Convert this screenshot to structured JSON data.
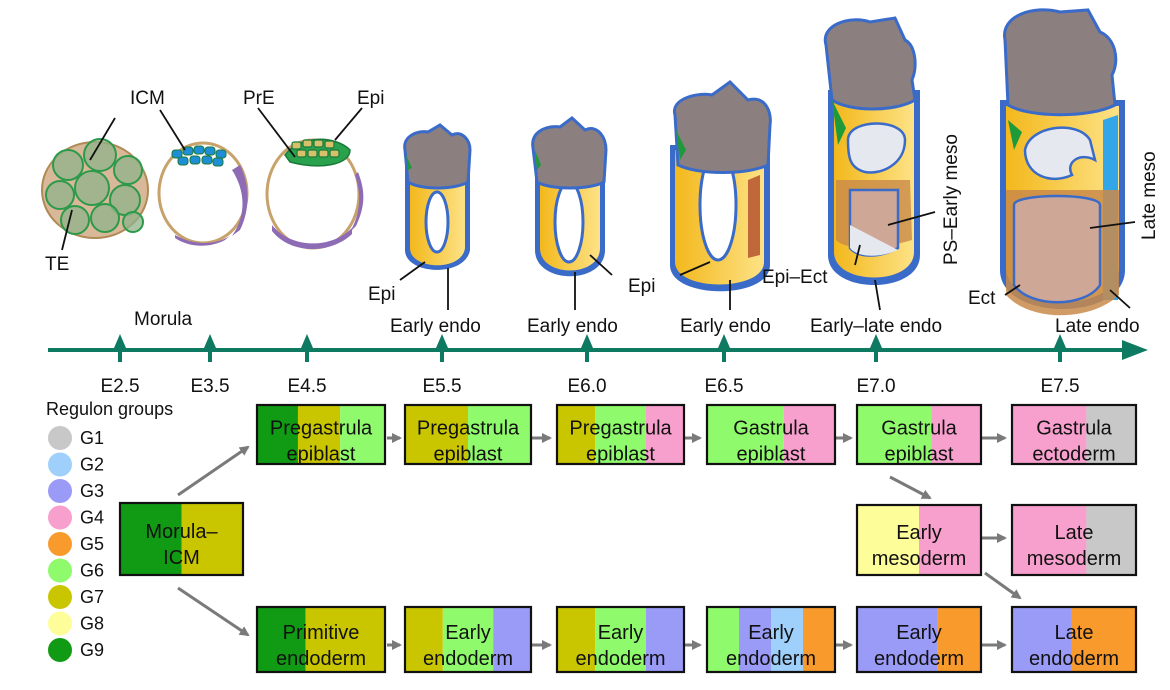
{
  "labels": {
    "icm": "ICM",
    "te": "TE",
    "pre": "PrE",
    "epi_top": "Epi",
    "morula": "Morula",
    "epi_e55": "Epi",
    "endo_e55": "Early endo",
    "endo_e60": "Early endo",
    "epi_e65": "Epi",
    "endo_e65": "Early endo",
    "epiect": "Epi–Ect",
    "psmeso": "PS–Early meso",
    "endo_e70": "Early–late endo",
    "ect": "Ect",
    "latemeso": "Late meso",
    "lateendo": "Late endo"
  },
  "timeline": [
    "E2.5",
    "E3.5",
    "E4.5",
    "E5.5",
    "E6.0",
    "E6.5",
    "E7.0",
    "E7.5"
  ],
  "legend": {
    "title": "Regulon groups",
    "groups": [
      {
        "name": "G1",
        "color": "#c8c8c8"
      },
      {
        "name": "G2",
        "color": "#9fd0fb"
      },
      {
        "name": "G3",
        "color": "#9a9af7"
      },
      {
        "name": "G4",
        "color": "#f79fcd"
      },
      {
        "name": "G5",
        "color": "#f99a2c"
      },
      {
        "name": "G6",
        "color": "#8ffa6c"
      },
      {
        "name": "G7",
        "color": "#c9c600"
      },
      {
        "name": "G8",
        "color": "#fdfd99"
      },
      {
        "name": "G9",
        "color": "#119a14"
      }
    ]
  },
  "boxes": {
    "morula": {
      "line1": "Morula–",
      "line2": "ICM"
    },
    "pre_epi_45": {
      "line1": "Pregastrula",
      "line2": "epiblast"
    },
    "pre_epi_55": {
      "line1": "Pregastrula",
      "line2": "epiblast"
    },
    "pre_epi_60": {
      "line1": "Pregastrula",
      "line2": "epiblast"
    },
    "gas_epi_65": {
      "line1": "Gastrula",
      "line2": "epiblast"
    },
    "gas_epi_70": {
      "line1": "Gastrula",
      "line2": "epiblast"
    },
    "gas_ect_75": {
      "line1": "Gastrula",
      "line2": "ectoderm"
    },
    "early_meso": {
      "line1": "Early",
      "line2": "mesoderm"
    },
    "late_meso": {
      "line1": "Late",
      "line2": "mesoderm"
    },
    "prim_endo": {
      "line1": "Primitive",
      "line2": "endoderm"
    },
    "early_endo_55": {
      "line1": "Early",
      "line2": "endoderm"
    },
    "early_endo_60": {
      "line1": "Early",
      "line2": "endoderm"
    },
    "early_endo_65": {
      "line1": "Early",
      "line2": "endoderm"
    },
    "early_endo_70": {
      "line1": "Early",
      "line2": "endoderm"
    },
    "late_endo": {
      "line1": "Late",
      "line2": "endoderm"
    }
  }
}
